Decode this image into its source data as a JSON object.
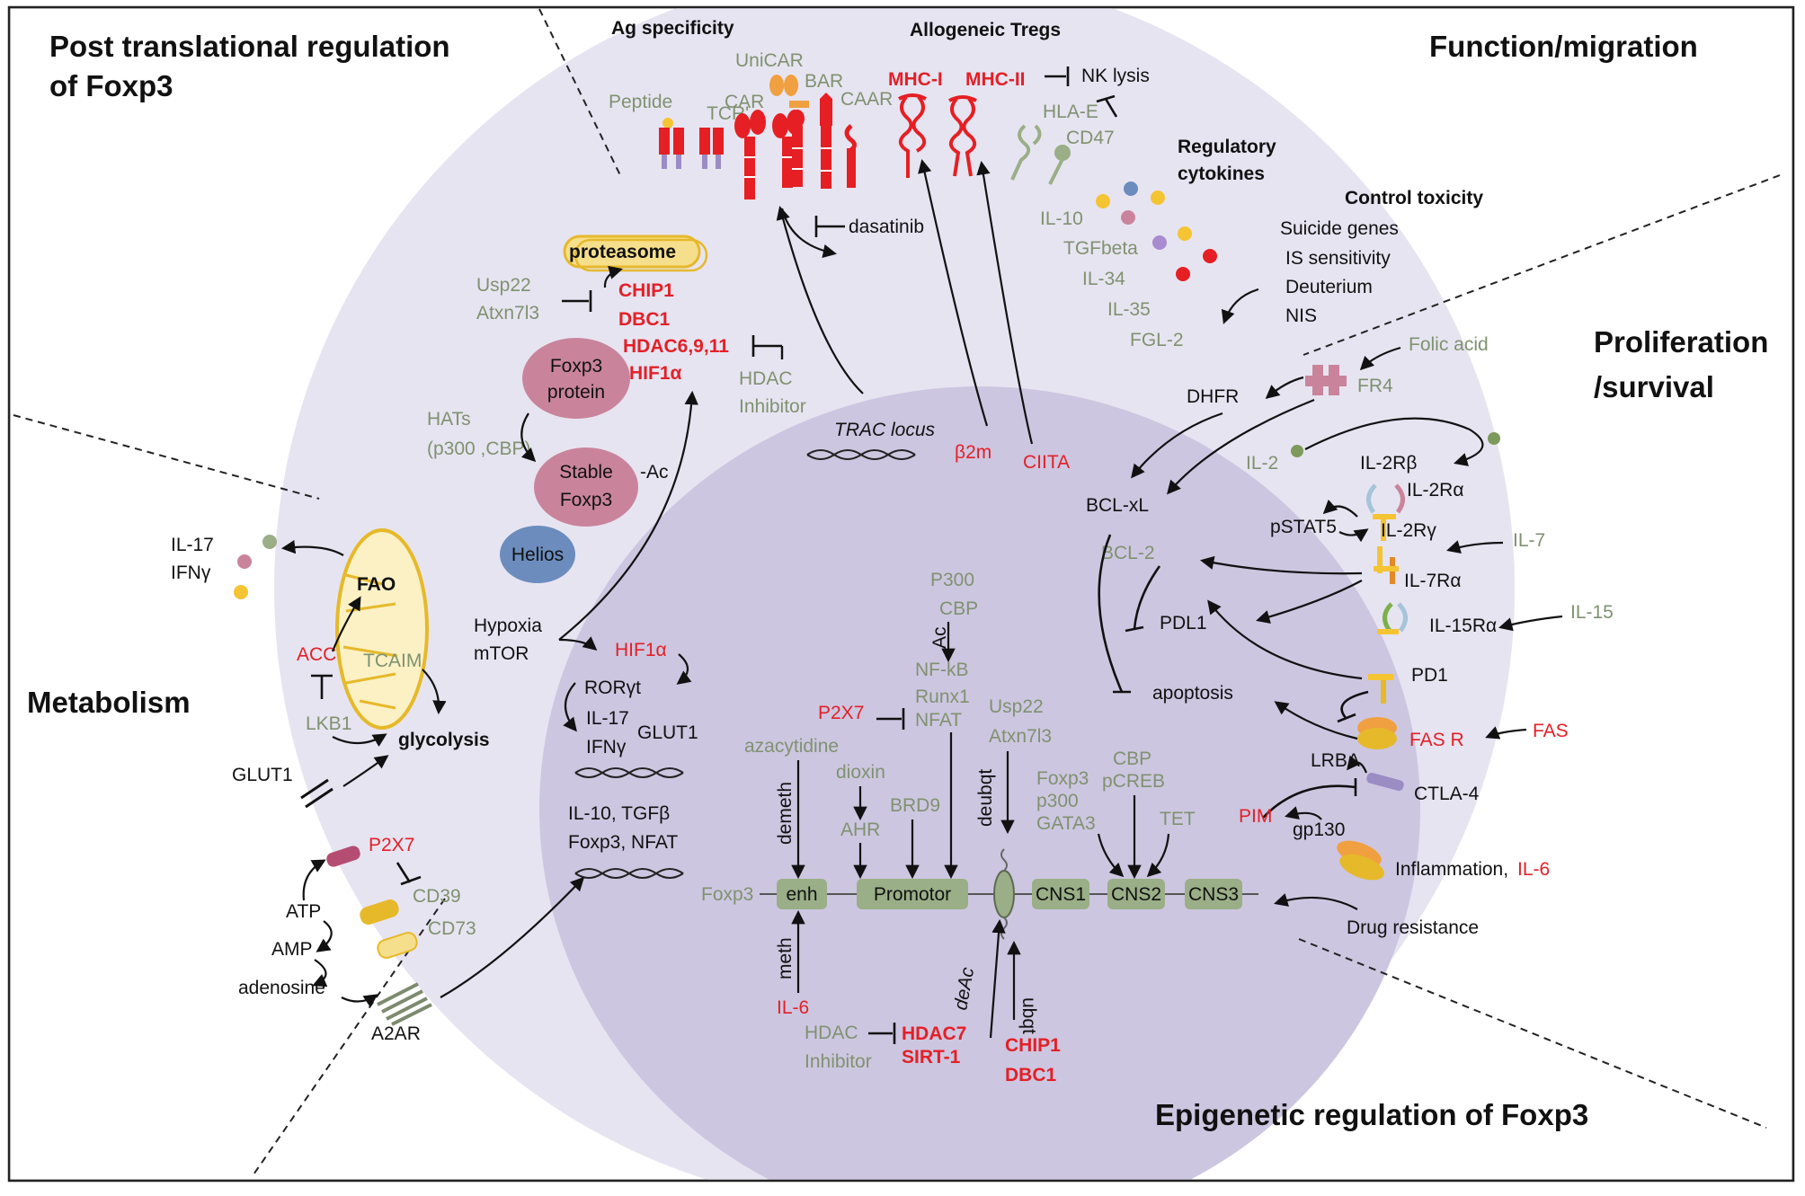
{
  "colors": {
    "outer_cell": "#e7e4f1",
    "nucleus": "#cdc6e0",
    "protein_pink": "#c9849b",
    "helios_blue": "#6b8cbd",
    "dna_box_green": "#9aae87",
    "label_green": "#7f9270",
    "label_red": "#e32027",
    "receptor_red": "#e51f23",
    "mito_yellow": "#f5c433",
    "proteasome_fill": "#f6df8c"
  },
  "sections": {
    "post_translational": [
      "Post translational regulation",
      "of Foxp3"
    ],
    "function_migration": "Function/migration",
    "proliferation": [
      "Proliferation",
      "/survival"
    ],
    "metabolism": "Metabolism",
    "epigenetic": "Epigenetic regulation of Foxp3"
  },
  "top": {
    "ag_specificity": "Ag specificity",
    "allogeneic_tregs": "Allogeneic Tregs",
    "peptide": "Peptide",
    "tcr": "TCR'",
    "unicar": "UniCAR",
    "car": "CAR",
    "bar": "BAR",
    "caar": "CAAR",
    "mhc1": "MHC-I",
    "mhc2": "MHC-II",
    "nk_lysis": "NK lysis",
    "hla_e": "HLA-E",
    "cd47": "CD47",
    "dasatinib": "dasatinib"
  },
  "cytokines": {
    "title": [
      "Regulatory",
      "cytokines"
    ],
    "items": [
      "IL-10",
      "TGFbeta",
      "IL-34",
      "IL-35",
      "FGL-2"
    ]
  },
  "toxicity": {
    "title": "Control toxicity",
    "items": [
      "Suicide genes",
      "IS sensitivity",
      "Deuterium",
      "NIS"
    ]
  },
  "ptm": {
    "proteasome": "proteasome",
    "usp22": "Usp22",
    "atxn7l3": "Atxn7l3",
    "chip1": "CHIP1",
    "dbc1": "DBC1",
    "hdac6911": "HDAC6,9,11",
    "hif1a": "HIF1α",
    "hdac_inhibitor": [
      "HDAC",
      "Inhibitor"
    ],
    "foxp3_protein": [
      "Foxp3",
      "protein"
    ],
    "hats": [
      "HATs",
      "(p300 ,CBP)"
    ],
    "stable_foxp3": [
      "Stable",
      "Foxp3"
    ],
    "ac": "-Ac",
    "helios": "Helios",
    "hypoxia": [
      "Hypoxia",
      "mTOR"
    ]
  },
  "loci": {
    "trac": "TRAC locus",
    "b2m": "β2m",
    "ciita": "CIITA"
  },
  "nucleus_left": {
    "hif1a": "HIF1α",
    "roryt": "RORγt",
    "il17": "IL-17",
    "ifng": "IFNγ",
    "glut1": "GLUT1",
    "il10tgfb": "IL-10, TGFβ",
    "foxp3nfat": "Foxp3, NFAT"
  },
  "epigenetic": {
    "p300": "P300",
    "cbp": "CBP",
    "ac": "Ac",
    "nfkb": "NF-kB",
    "runx1": "Runx1",
    "nfat": "NFAT",
    "p2x7": "P2X7",
    "azacytidine": "azacytidine",
    "dioxin": "dioxin",
    "ahr": "AHR",
    "brd9": "BRD9",
    "usp22": "Usp22",
    "atxn7l3": "Atxn7l3",
    "deubqt": "deubqt",
    "demeth": "demeth",
    "foxp3_p300_gata3": [
      "Foxp3",
      "p300",
      "GATA3"
    ],
    "cbp_pcreb": [
      "CBP",
      "pCREB"
    ],
    "tet": "TET",
    "foxp3_gene": "Foxp3",
    "enh": "enh",
    "promotor": "Promotor",
    "cns1": "CNS1",
    "cns2": "CNS2",
    "cns3": "CNS3",
    "meth": "meth",
    "il6": "IL-6",
    "deac": "deAc",
    "ubqt": "ubqt",
    "hdac_inhibitor": [
      "HDAC",
      "Inhibitor"
    ],
    "hdac7": "HDAC7",
    "sirt1": "SIRT-1",
    "chip1": "CHIP1",
    "dbc1": "DBC1"
  },
  "metabolism": {
    "il17": "IL-17",
    "ifng": "IFNγ",
    "fao": "FAO",
    "acc": "ACC",
    "tcaim": "TCAIM",
    "lkb1": "LKB1",
    "glycolysis": "glycolysis",
    "glut1": "GLUT1",
    "p2x7": "P2X7",
    "cd39": "CD39",
    "cd73": "CD73",
    "atp": "ATP",
    "amp": "AMP",
    "adenosine": "adenosine",
    "a2ar": "A2AR"
  },
  "proliferation": {
    "folic_acid": "Folic acid",
    "fr4": "FR4",
    "dhfr": "DHFR",
    "il2": "IL-2",
    "il2rb": "IL-2Rβ",
    "il2ra": "IL-2Rα",
    "il2rg": "IL-2Rγ",
    "pstat5": "pSTAT5",
    "bclxl": "BCL-xL",
    "bcl2": "BCL-2",
    "il7": "IL-7",
    "il7ra": "IL-7Rα",
    "pdl1": "PDL1",
    "il15": "IL-15",
    "il15ra": "IL-15Rα",
    "pd1": "PD1",
    "apoptosis": "apoptosis",
    "fasr": "FAS R",
    "fas": "FAS",
    "lrba": "LRBA",
    "ctla4": "CTLA-4",
    "pim": "PIM",
    "gp130": "gp130",
    "inflammation": "Inflammation,",
    "il6": "IL-6",
    "drug_resistance": "Drug resistance"
  }
}
